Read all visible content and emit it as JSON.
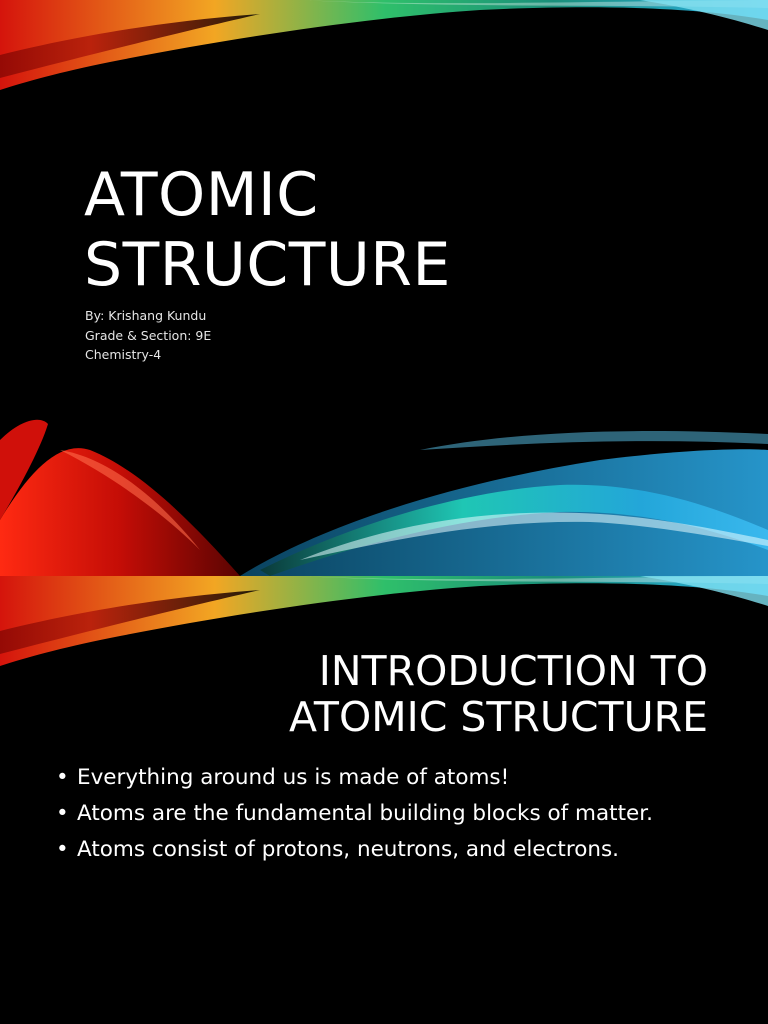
{
  "slides": [
    {
      "title_lines": [
        "Atomic",
        "Structure"
      ],
      "subtitle_lines": [
        "By: Krishang Kundu",
        "Grade & Section: 9E",
        "Chemistry-4"
      ]
    },
    {
      "title_lines": [
        "Introduction to",
        "Atomic Structure"
      ],
      "bullet_glyph": "•",
      "bullets": [
        "Everything around us is made of atoms!",
        "Atoms are the fundamental building blocks of matter.",
        "Atoms consist of protons, neutrons, and electrons."
      ]
    }
  ],
  "theme": {
    "background": "#000000",
    "text": "#ffffff",
    "ribbon_colors": [
      "#e01a10",
      "#f5a623",
      "#1fc6b4",
      "#30a8e6"
    ]
  }
}
